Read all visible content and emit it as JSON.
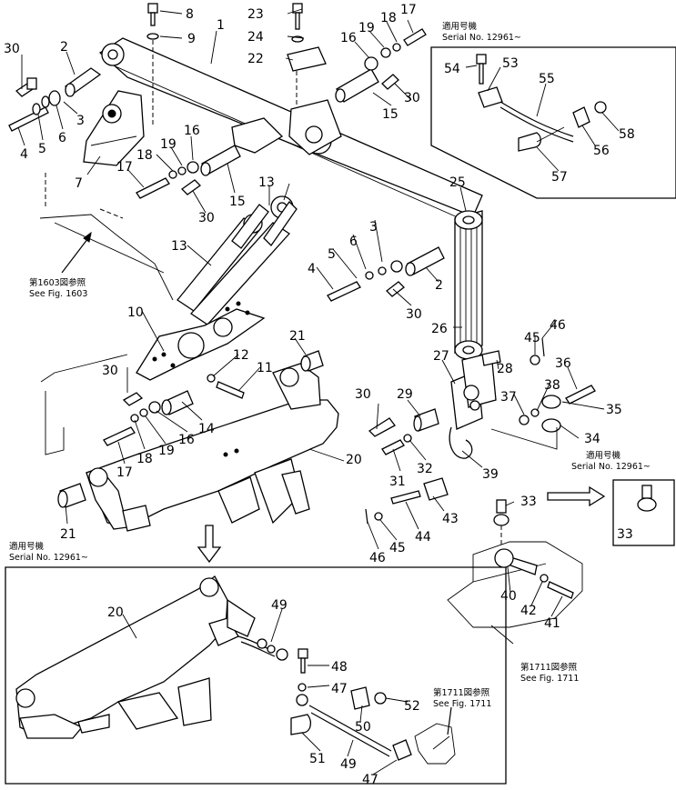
{
  "callouts": [
    "1",
    "2",
    "3",
    "4",
    "5",
    "6",
    "7",
    "8",
    "9",
    "10",
    "11",
    "12",
    "13",
    "14",
    "15",
    "16",
    "17",
    "18",
    "19",
    "20",
    "21",
    "22",
    "23",
    "24",
    "25",
    "26",
    "27",
    "28",
    "29",
    "30",
    "31",
    "32",
    "33",
    "34",
    "35",
    "36",
    "37",
    "38",
    "39",
    "40",
    "41",
    "42",
    "43",
    "44",
    "45",
    "46",
    "47",
    "48",
    "49",
    "50",
    "51",
    "52",
    "53",
    "54",
    "55",
    "56",
    "57",
    "58"
  ],
  "notes": {
    "serial_jp": "適用号機",
    "serial_en": "Serial No. 12961~",
    "fig1603_jp": "第1603図参照",
    "fig1603_en": "See Fig. 1603",
    "fig1711_jp": "第1711図参照",
    "fig1711_en": "See Fig. 1711"
  }
}
